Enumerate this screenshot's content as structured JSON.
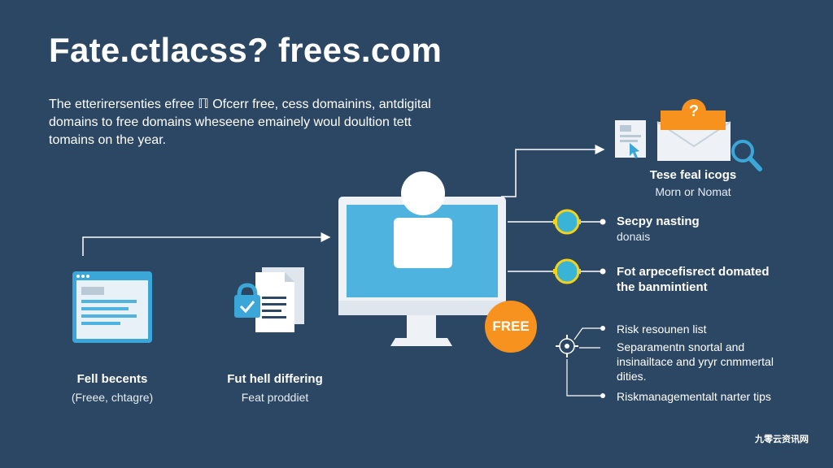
{
  "header": {
    "title": "Fate.ctlacss? frees.com",
    "intro_lines": [
      "The etterirersenties efree ℿ Ofcerr free, cess domainins, antdigital",
      "domains to free domains wheseene emainely woul doultion tett",
      "tomains on the year."
    ]
  },
  "left_items": [
    {
      "title": "Fell becents",
      "subtitle": "(Freee, chtagre)",
      "icon": "browser-window-icon"
    },
    {
      "title": "Fut hell differing",
      "subtitle": "Feat proddiet",
      "icon": "document-lock-icon"
    }
  ],
  "center": {
    "badge_label": "FREE",
    "icon": "monitor-icon",
    "colors": {
      "screen": "#4fb3e0",
      "badge": "#f7921e",
      "frame": "#eef2f6"
    }
  },
  "top_right": {
    "title": "Tese feal icogs",
    "subtitle": "Morn or Nomat",
    "question_mark": "?",
    "icons": [
      "envelope-icon",
      "magnifier-icon",
      "notepad-icon"
    ]
  },
  "features": [
    {
      "title_lines": [
        "Secpy nasting"
      ],
      "subtitle": "donais"
    },
    {
      "title_lines": [
        "Fot arpecefisrect domated",
        "the banmintient"
      ],
      "subtitle": ""
    }
  ],
  "risks": {
    "items": [
      {
        "lines": [
          "Risk resounen list"
        ]
      },
      {
        "lines": [
          "Separamentn snortal and",
          "insinailtace and yryr cnmmertal",
          "dities."
        ]
      },
      {
        "lines": [
          "Riskmanagementalt narter tips"
        ]
      }
    ],
    "icon": "gear-icon"
  },
  "watermark": "九零云资讯网",
  "colors": {
    "background": "#2c4763",
    "accent_yellow": "#f2d21b",
    "accent_cyan": "#39b3d6"
  }
}
